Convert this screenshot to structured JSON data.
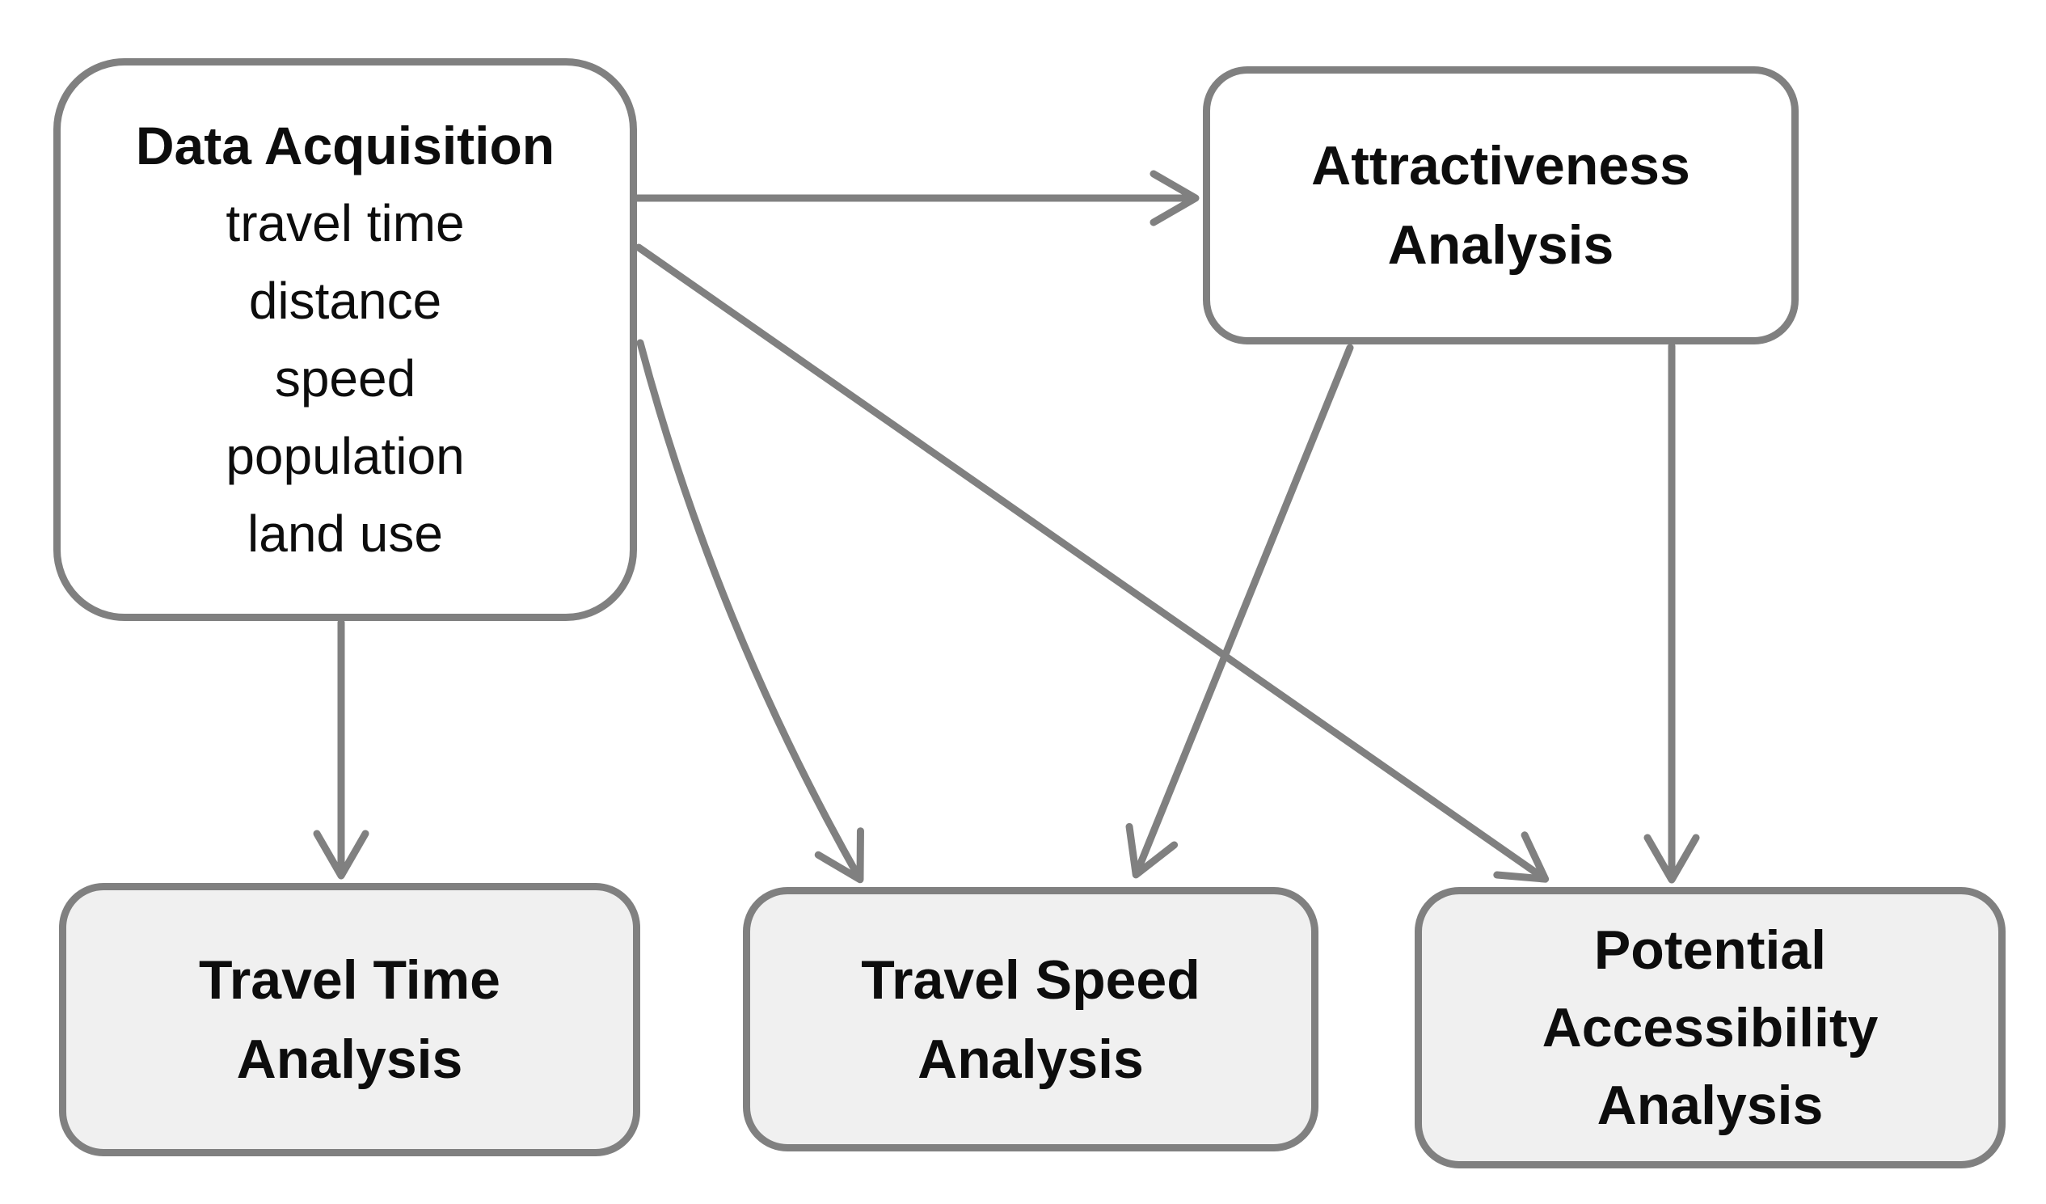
{
  "diagram": {
    "colors": {
      "background": "#ffffff",
      "line": "#808080",
      "box_border": "#808080",
      "top_box_fill": "#ffffff",
      "bottom_box_fill": "#f0f0f0",
      "text": "#0d0d0d"
    },
    "nodes": {
      "data_acquisition": {
        "title": "Data Acquisition",
        "items": [
          "travel time",
          "distance",
          "speed",
          "population",
          "land use"
        ]
      },
      "attractiveness": {
        "label": "Attractiveness Analysis",
        "lines": [
          "Attractiveness",
          "Analysis"
        ]
      },
      "travel_time": {
        "label": "Travel Time Analysis",
        "lines": [
          "Travel Time",
          "Analysis"
        ]
      },
      "travel_speed": {
        "label": "Travel Speed Analysis",
        "lines": [
          "Travel Speed",
          "Analysis"
        ]
      },
      "potential_accessibility": {
        "label": "Potential Accessibility Analysis",
        "lines": [
          "Potential",
          "Accessibility",
          "Analysis"
        ]
      }
    },
    "edges": [
      {
        "from": "data-acquisition",
        "to": "attractiveness-analysis"
      },
      {
        "from": "data-acquisition",
        "to": "travel-time-analysis"
      },
      {
        "from": "data-acquisition",
        "to": "travel-speed-analysis"
      },
      {
        "from": "data-acquisition",
        "to": "potential-accessibility-analysis"
      },
      {
        "from": "attractiveness-analysis",
        "to": "travel-speed-analysis"
      },
      {
        "from": "attractiveness-analysis",
        "to": "potential-accessibility-analysis"
      }
    ]
  }
}
